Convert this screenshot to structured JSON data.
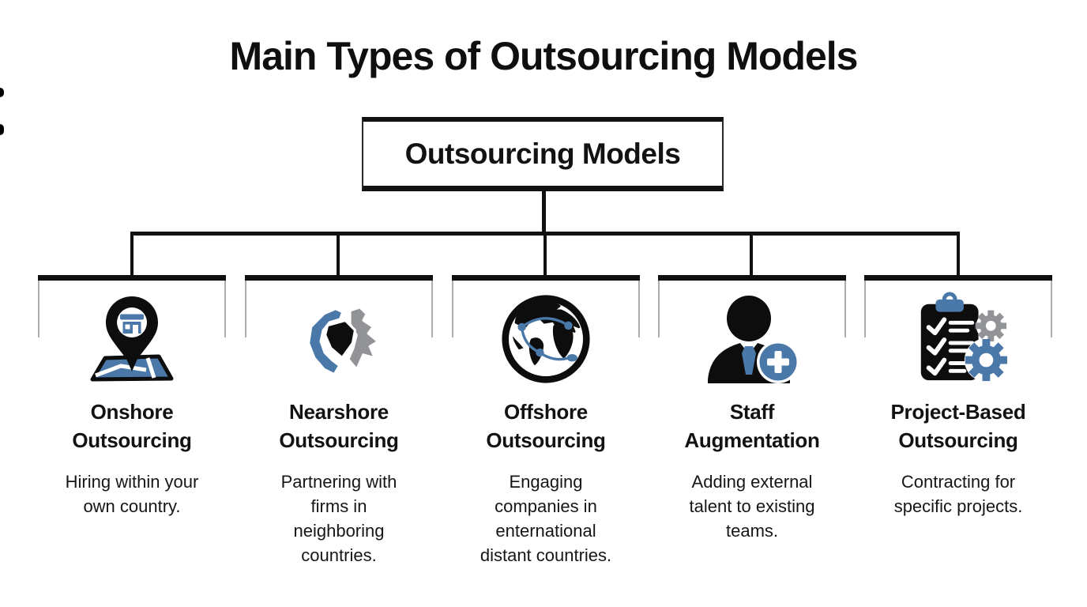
{
  "page": {
    "title": "Main Types of Outsourcing Models"
  },
  "root_node": {
    "label": "Outsourcing Models"
  },
  "colors": {
    "text_black": "#111111",
    "accent_blue": "#4a78a8",
    "map_gray": "#919396",
    "wall_gray": "#ababab",
    "background": "#ffffff"
  },
  "branches": [
    {
      "title": "Onshore\nOutsourcing",
      "description": "Hiring within your\nown country.",
      "icon": "store-location-pin-map-icon"
    },
    {
      "title": "Nearshore\nOutsourcing",
      "description": "Partnering with\nfirms in\nneighboring\ncountries.",
      "icon": "neighboring-countries-map-icon"
    },
    {
      "title": "Offshore\nOutsourcing",
      "description": "Engaging\ncompanies in\nenternational\ndistant countries.",
      "icon": "globe-network-icon"
    },
    {
      "title": "Staff\nAugmentation",
      "description": "Adding external\ntalent to existing\nteams.",
      "icon": "businessperson-add-icon"
    },
    {
      "title": "Project-Based\nOutsourcing",
      "description": "Contracting for\nspecific projects.",
      "icon": "clipboard-checklist-gears-icon"
    }
  ]
}
